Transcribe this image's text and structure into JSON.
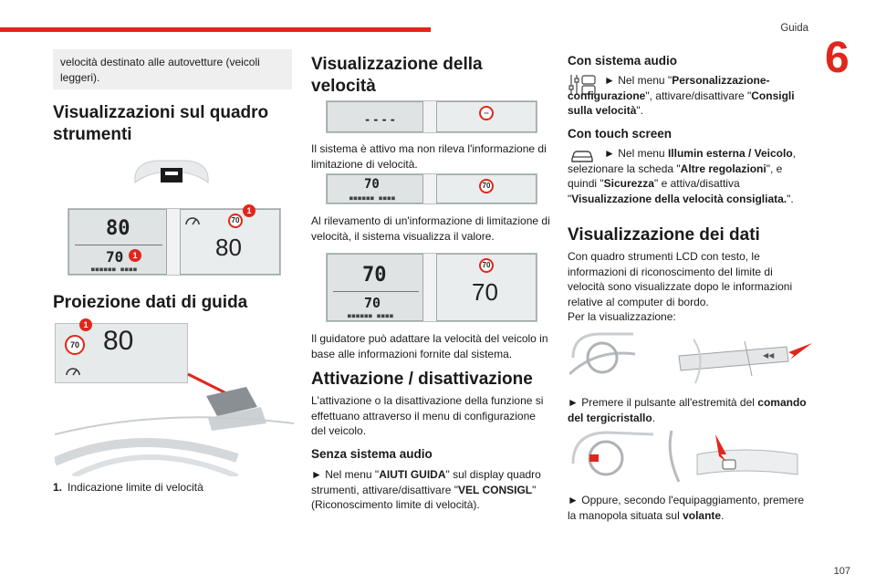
{
  "header": {
    "title": "Guida",
    "chapter": "6",
    "page": "107"
  },
  "col1": {
    "note": "velocità destinato alle autovetture (veicoli leggeri).",
    "heading1": "Visualizzazioni sul quadro strumenti",
    "heading2": "Proiezione dati di guida",
    "caption_num": "1.",
    "caption_text": "Indicazione limite di velocità",
    "fig": {
      "badge": "1",
      "sign": "70",
      "speed": "80",
      "seg_top": "80",
      "seg_bottom": "70"
    }
  },
  "col2": {
    "heading1": "Visualizzazione della velocità",
    "p1": "Il sistema è attivo ma non rileva l'informazione di limitazione di velocità.",
    "p2": "Al rilevamento di un'informazione di limitazione di velocità, il sistema visualizza il valore.",
    "p3": "Il guidatore può adattare la velocità del veicolo in base alle informazioni fornite dal sistema.",
    "heading2": "Attivazione / disattivazione",
    "p4": "L'attivazione o la disattivazione della funzione si effettuano attraverso il menu di configurazione del veicolo.",
    "heading3": "Senza sistema audio",
    "p5_arrow": "►",
    "p5_a": "Nel menu \"",
    "p5_b": "AIUTI GUIDA",
    "p5_c": "\" sul display quadro strumenti, attivare/disattivare \"",
    "p5_d": "VEL CONSIGL",
    "p5_e": "\" (Riconoscimento limite di velocità).",
    "fig": {
      "dashes": "----",
      "sign_empty": "--",
      "sign": "70",
      "speed": "70",
      "seg": "70"
    }
  },
  "col3": {
    "heading1": "Con sistema audio",
    "p1_arrow": "►",
    "p1_a": "Nel menu \"",
    "p1_b": "Personalizzazione-configurazione",
    "p1_c": "\", attivare/disattivare \"",
    "p1_d": "Consigli sulla velocità",
    "p1_e": "\".",
    "heading2": "Con touch screen",
    "p2_arrow": "►",
    "p2_a": "Nel menu ",
    "p2_b": "Illumin esterna / Veicolo",
    "p2_c": ", selezionare la scheda \"",
    "p2_d": "Altre regolazioni",
    "p2_e": "\", e quindi \"",
    "p2_f": "Sicurezza",
    "p2_g": "\" e attiva/disattiva \"",
    "p2_h": "Visualizzazione della velocità consigliata.",
    "p2_i": "\".",
    "heading3": "Visualizzazione dei dati",
    "p3": "Con quadro strumenti LCD con testo, le informazioni di riconoscimento del limite di velocità sono visualizzate dopo le informazioni relative al computer di bordo.",
    "p4": "Per la visualizzazione:",
    "p5_arrow": "►",
    "p5_a": "Premere il pulsante all'estremità del ",
    "p5_b": "comando del tergicristallo",
    "p5_c": ".",
    "p6_arrow": "►",
    "p6_a": "Oppure, secondo l'equipaggiamento, premere la manopola situata sul ",
    "p6_b": "volante",
    "p6_c": "."
  }
}
